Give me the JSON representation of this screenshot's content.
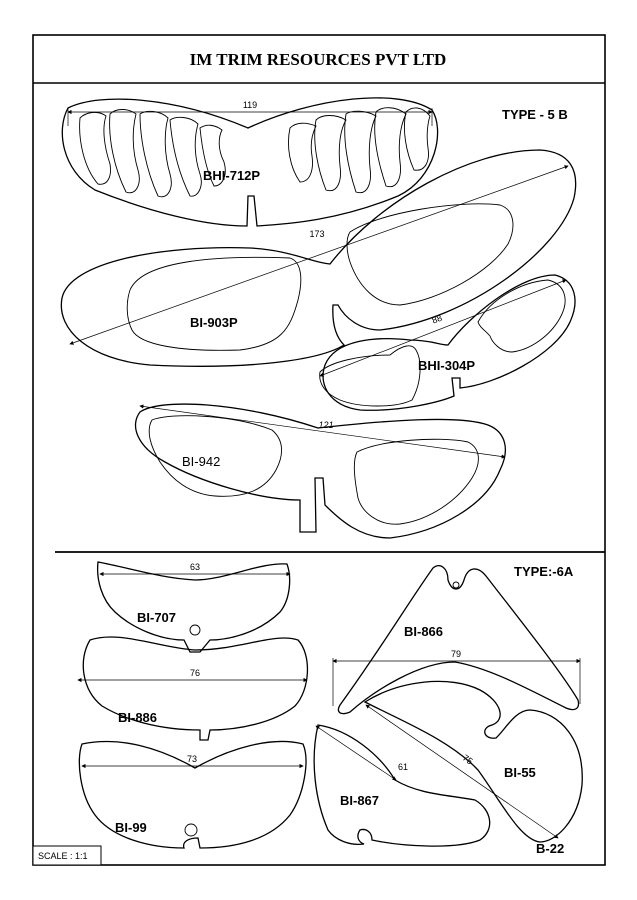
{
  "title": "IM TRIM RESOURCES PVT LTD",
  "sections": {
    "top": "TYPE - 5 B",
    "bottom": "TYPE:-6A"
  },
  "scale": "SCALE : 1:1",
  "parts": {
    "bhi712p": {
      "label": "BHI-712P",
      "dim": "119"
    },
    "bi903p": {
      "label": "BI-903P",
      "dim": "173"
    },
    "bhi304p": {
      "label": "BHI-304P",
      "dim": "88"
    },
    "bi942": {
      "label": "BI-942",
      "dim": "121"
    },
    "bi707": {
      "label": "BI-707",
      "dim": "63"
    },
    "bi886": {
      "label": "BI-886",
      "dim": "76"
    },
    "bi99": {
      "label": "BI-99",
      "dim": "73"
    },
    "bi866": {
      "label": "BI-866",
      "dim": "79"
    },
    "bi867": {
      "label": "BI-867",
      "dim": "61"
    },
    "bi55": {
      "label": "BI-55",
      "dim": "75"
    },
    "b22": {
      "label": "B-22"
    }
  }
}
